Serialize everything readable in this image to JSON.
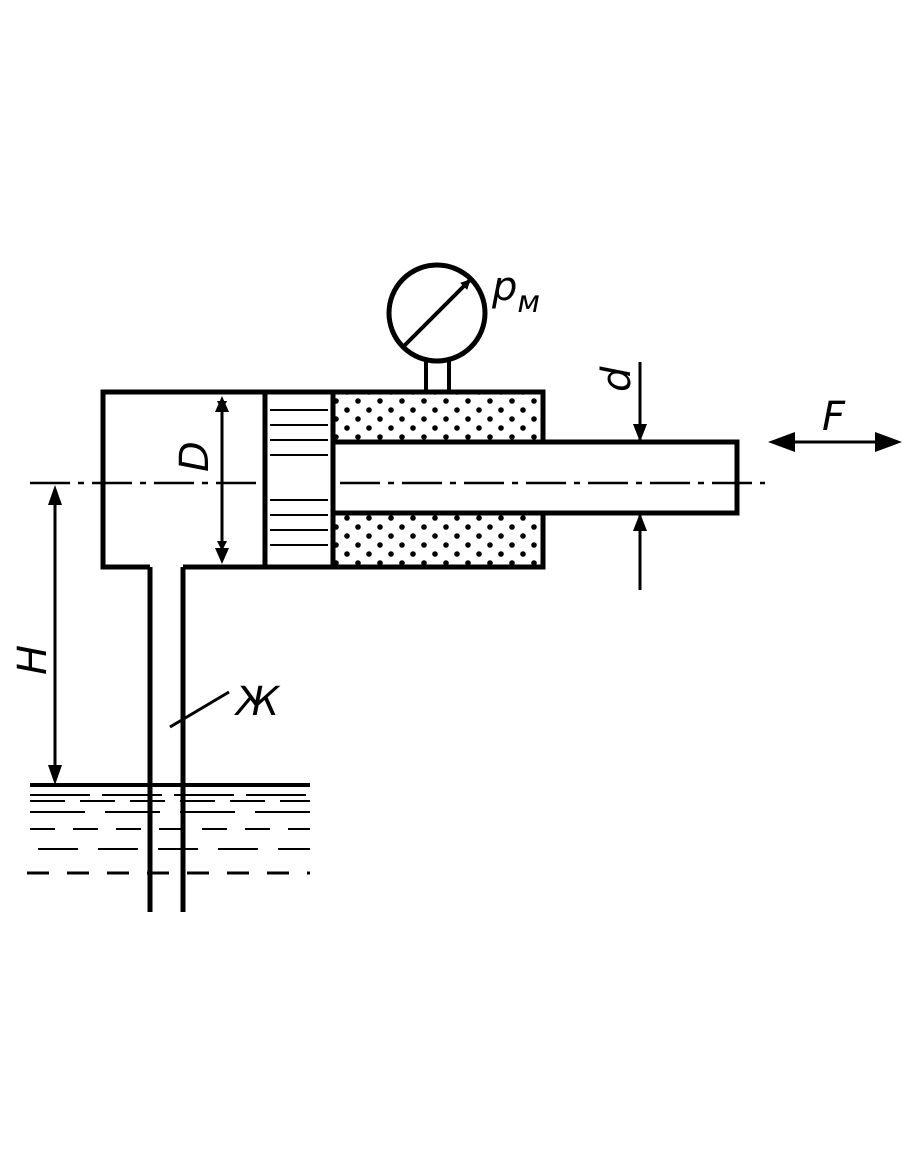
{
  "labels": {
    "gauge_pressure": "p",
    "gauge_pressure_sub": "м",
    "piston_diameter": "D",
    "rod_diameter": "d",
    "force": "F",
    "height": "H",
    "liquid": "Ж"
  },
  "colors": {
    "ink": "#000000",
    "background": "#ffffff"
  }
}
